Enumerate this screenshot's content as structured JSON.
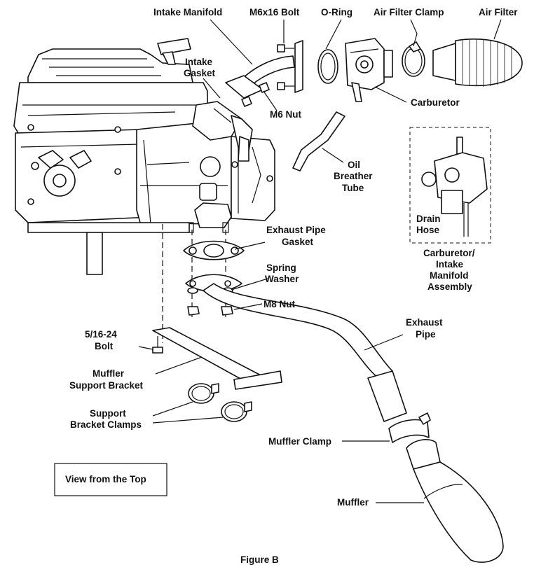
{
  "labels": {
    "intake_manifold": "Intake Manifold",
    "m6x16_bolt": "M6x16 Bolt",
    "o_ring": "O-Ring",
    "air_filter_clamp": "Air Filter Clamp",
    "air_filter": "Air Filter",
    "intake_gasket_1": "Intake",
    "intake_gasket_2": "Gasket",
    "m6_nut": "M6 Nut",
    "carburetor": "Carburetor",
    "oil_breather_1": "Oil",
    "oil_breather_2": "Breather",
    "oil_breather_3": "Tube",
    "exhaust_gasket_1": "Exhaust Pipe",
    "exhaust_gasket_2": "Gasket",
    "drain_hose_1": "Drain",
    "drain_hose_2": "Hose",
    "carb_assembly_1": "Carburetor/",
    "carb_assembly_2": "Intake",
    "carb_assembly_3": "Manifold",
    "carb_assembly_4": "Assembly",
    "spring_washer_1": "Spring",
    "spring_washer_2": "Washer",
    "m8_nut": "M8 Nut",
    "exhaust_pipe_1": "Exhaust",
    "exhaust_pipe_2": "Pipe",
    "bolt_5_16_1": "5/16-24",
    "bolt_5_16_2": "Bolt",
    "muffler_support_1": "Muffler",
    "muffler_support_2": "Support Bracket",
    "support_clamps_1": "Support",
    "support_clamps_2": "Bracket Clamps",
    "muffler_clamp": "Muffler Clamp",
    "view_from_top": "View from the Top",
    "muffler": "Muffler",
    "figure": "Figure B"
  }
}
